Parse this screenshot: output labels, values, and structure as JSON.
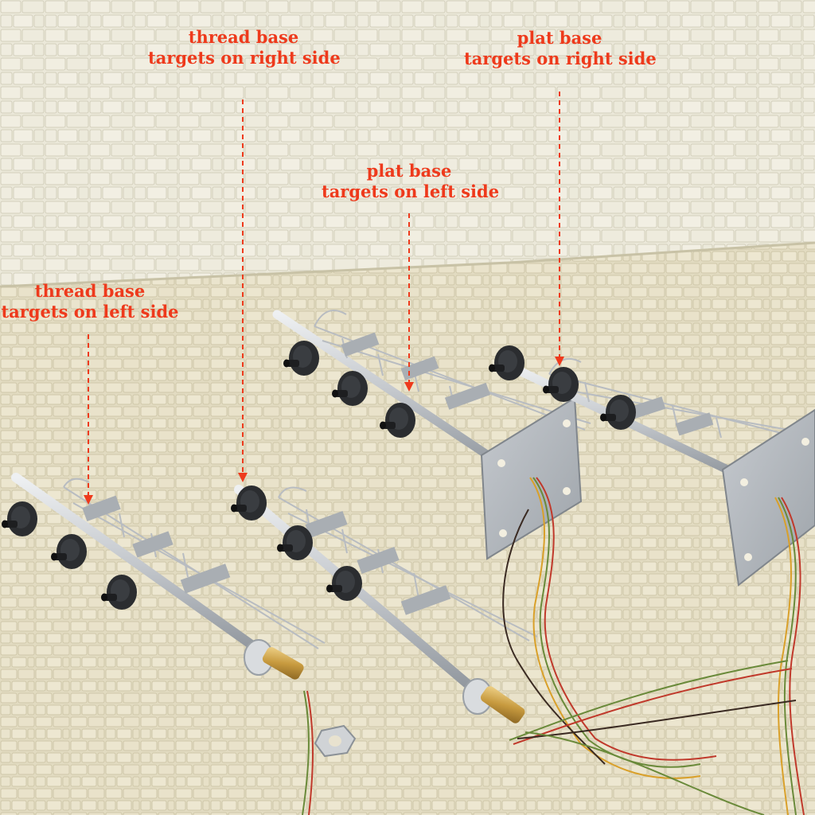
{
  "annotations": [
    {
      "id": "thread-left",
      "line1": "thread base",
      "line2": "targets on left side"
    },
    {
      "id": "thread-right",
      "line1": "thread base",
      "line2": "targets on right side"
    },
    {
      "id": "plat-left",
      "line1": "plat base",
      "line2": "targets on left side"
    },
    {
      "id": "plat-right",
      "line1": "plat base",
      "line2": "targets on right side"
    }
  ],
  "colors": {
    "label": "#ee3a1c",
    "wall": "#e9e6d6",
    "floor": "#e3dcc2",
    "metal": "#c9ccd0",
    "brass": "#c9a24a"
  }
}
